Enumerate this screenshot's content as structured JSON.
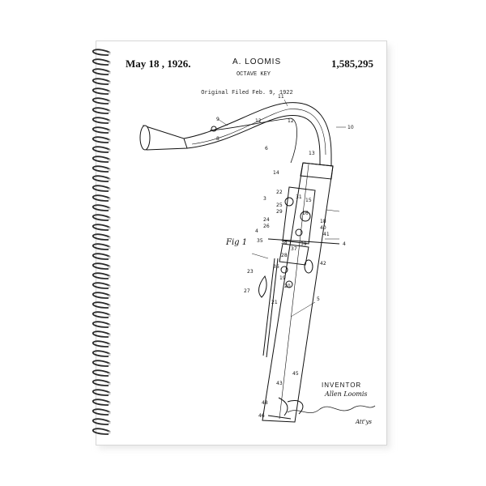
{
  "patent": {
    "date": "May 18 , 1926.",
    "inventor_header": "A. LOOMIS",
    "number": "1,585,295",
    "title": "OCTAVE KEY",
    "filed": "Original Filed Feb. 9, 1922",
    "figure": "Fig 1",
    "inventor_caption": "INVENTOR",
    "inventor_name": "Allen Loomis",
    "attorneys": "Att'ys"
  },
  "labels": [
    "9",
    "11",
    "12",
    "12",
    "8",
    "6",
    "10",
    "13",
    "14",
    "3",
    "22",
    "31",
    "15",
    "25",
    "29",
    "16",
    "24",
    "18",
    "26",
    "40",
    "41",
    "4",
    "4",
    "35",
    "38",
    "37",
    "36",
    "39",
    "28",
    "42",
    "23",
    "19",
    "20",
    "27",
    "21",
    "5",
    "45",
    "43",
    "46",
    "48"
  ],
  "colors": {
    "ink": "#111111",
    "paper": "#ffffff",
    "spiral": "#2a2a2a"
  }
}
